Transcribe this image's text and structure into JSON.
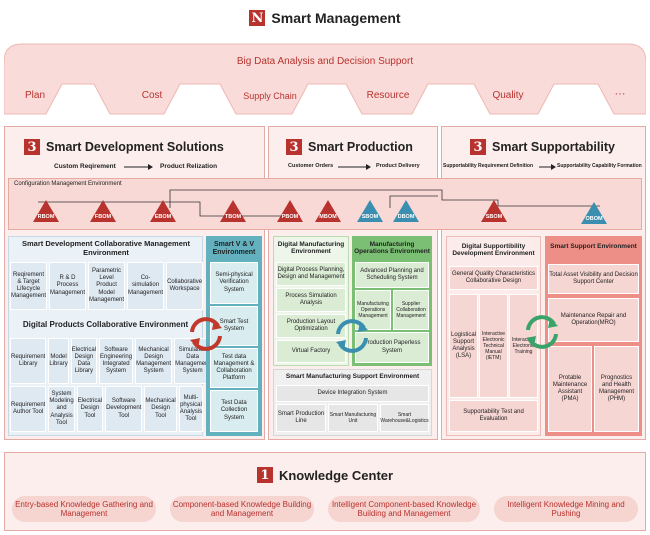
{
  "top": {
    "badge": "N",
    "title": "Smart Management",
    "band_title": "Big Data Analysis and Decision Support",
    "items": [
      "Plan",
      "Cost",
      "Supply Chain",
      "Resource",
      "Quality",
      "···"
    ]
  },
  "dev": {
    "badge": "3",
    "title": "Smart Development Solutions",
    "flow_from": "Custom Reqirement",
    "flow_to": "Product Relization",
    "collab_title": "Smart Development Collaborative Management Environment",
    "row1": [
      "Reqirement & Target Lifecycle Management",
      "R & D Process Management",
      "Parametric Level Product Model Management",
      "Co-simulation Management",
      "Collaborative Workspace"
    ],
    "digital_title": "Digital Products Collaborative Environment",
    "row2": [
      "Requirement Library",
      "Model Library",
      "Electrical Design Data Library",
      "Software Engineering Integrated System",
      "Mechanical Design Management System",
      "Simulation Data Management System"
    ],
    "row3": [
      "Requirement Author Tool",
      "System Modeling and Analysis Tool",
      "Electrical Design Tool",
      "Software Development Tool",
      "Mechanical Design Tool",
      "Multi-physical Analysis Tool"
    ],
    "vv_title": "Smart V & V Environment",
    "vv_items": [
      "Semi-physical Verification System",
      "Smart Test System",
      "Test data Management & Collaboration Platform",
      "Test Data Collection System"
    ]
  },
  "prod": {
    "badge": "3",
    "title": "Smart Production",
    "flow_from": "Customer Orders",
    "flow_to": "Product Delivery",
    "dme_title": "Digital Manufacturing Environment",
    "dme_items": [
      "Digital Process Planning, Design and Management",
      "Process Simulation Analysis",
      "Production Layout Optimization",
      "Virtual Factory"
    ],
    "moe_title": "Manufacturing Operations Environment",
    "moe_items": [
      "Advanced Planning and Scheduling System",
      "Manufacturing Operations Management",
      "Supplier Collaboration Management",
      "Production Paperless System"
    ],
    "msse_title": "Smart Manufacturing Support Environment",
    "msse_top": "Device Integration System",
    "msse_items": [
      "Smart Production Line",
      "Smart Manufacturing Unit",
      "Smart Warehouse&Logistics"
    ]
  },
  "sup": {
    "badge": "3",
    "title": "Smart Supportability",
    "flow_from": "Supportability Requirement Definition",
    "flow_to": "Supportability Capability Formation",
    "dsde_title": "Digital Supportibility Development Environment",
    "dsde_top": "General Quality Characteristics Collaborative Design",
    "dsde_mid": [
      "Logistical Support Analysis (LSA)",
      "Interactive Electronic Technical Manual (IETM)",
      "Interactive Electronic Training"
    ],
    "dsde_bottom": "Supportability Test and Evaluation",
    "sse_title": "Smart Support Environment",
    "sse_items": [
      "Total Asset Visibility and Decision Support Center",
      "Maintenance Repair and Operation(MRO)",
      "Protable Maintenance Assistant (PMA)",
      "Prognostics and Health Management (PHM)"
    ]
  },
  "cfg": {
    "title": "Configuration Management Environment",
    "nodes": [
      {
        "label": "RBOM",
        "color": "#b8322e"
      },
      {
        "label": "FBOM",
        "color": "#b8322e"
      },
      {
        "label": "EBOM",
        "color": "#b8322e"
      },
      {
        "label": "TBOM",
        "color": "#b8322e"
      },
      {
        "label": "PBOM",
        "color": "#b8322e"
      },
      {
        "label": "MBOM",
        "color": "#b8322e"
      },
      {
        "label": "SBOM",
        "color": "#3a8fb0"
      },
      {
        "label": "DBOM",
        "color": "#3a8fb0"
      },
      {
        "label": "SBOM",
        "color": "#b8322e"
      },
      {
        "label": "OBOM",
        "color": "#3a8fb0"
      }
    ]
  },
  "kc": {
    "badge": "1",
    "title": "Knowledge Center",
    "items": [
      "Entry-based Knowledge Gathering and Management",
      "Component-based Knowledge Building and Management",
      "Intelligent Component-based Knowledge Building and Management",
      "Intelligent Knowledge Mining and Pushing"
    ]
  },
  "colors": {
    "accent": "#b8322e",
    "teal": "#3a8fb0",
    "green": "#5aae5a",
    "pink_light": "#fbeceb"
  }
}
